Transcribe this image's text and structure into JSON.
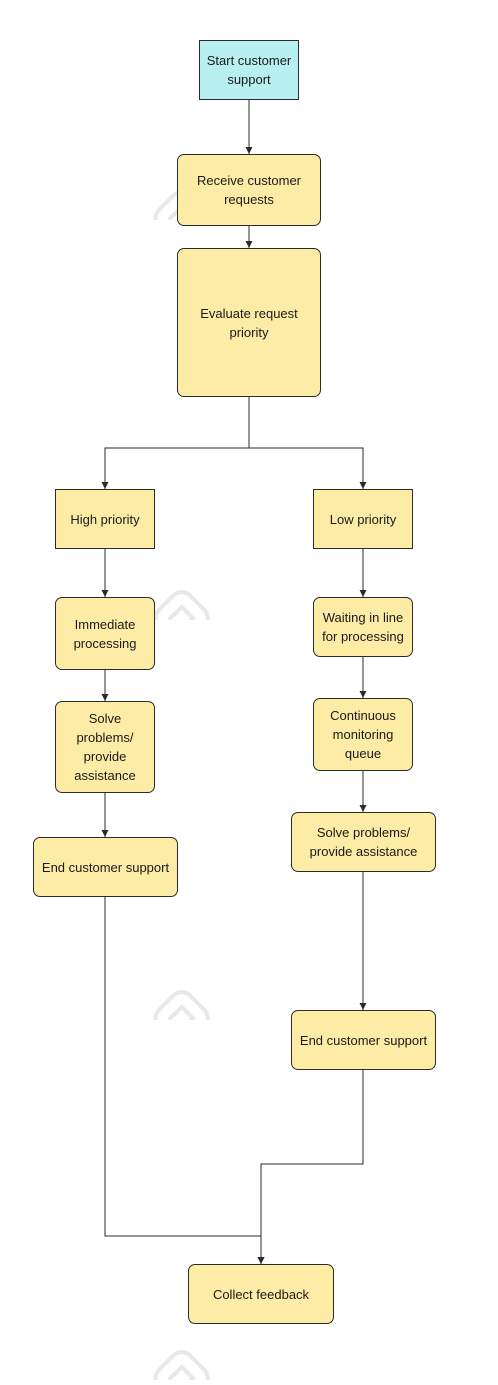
{
  "diagram": {
    "nodes": {
      "start": "Start customer support",
      "receive": "Receive customer requests",
      "evaluate": "Evaluate request priority",
      "high": "High priority",
      "low": "Low priority",
      "immediate": "Immediate processing",
      "waiting": "Waiting in line for processing",
      "solve_left": "Solve problems/ provide assistance",
      "monitor": "Continuous monitoring queue",
      "solve_right": "Solve problems/ provide assistance",
      "end_left": "End customer support",
      "end_right": "End customer support",
      "feedback": "Collect feedback"
    },
    "colors": {
      "start_fill": "#b8eff0",
      "process_fill": "#fdeca6",
      "border": "#2b2b2b",
      "connector": "#2b2b2b"
    }
  }
}
